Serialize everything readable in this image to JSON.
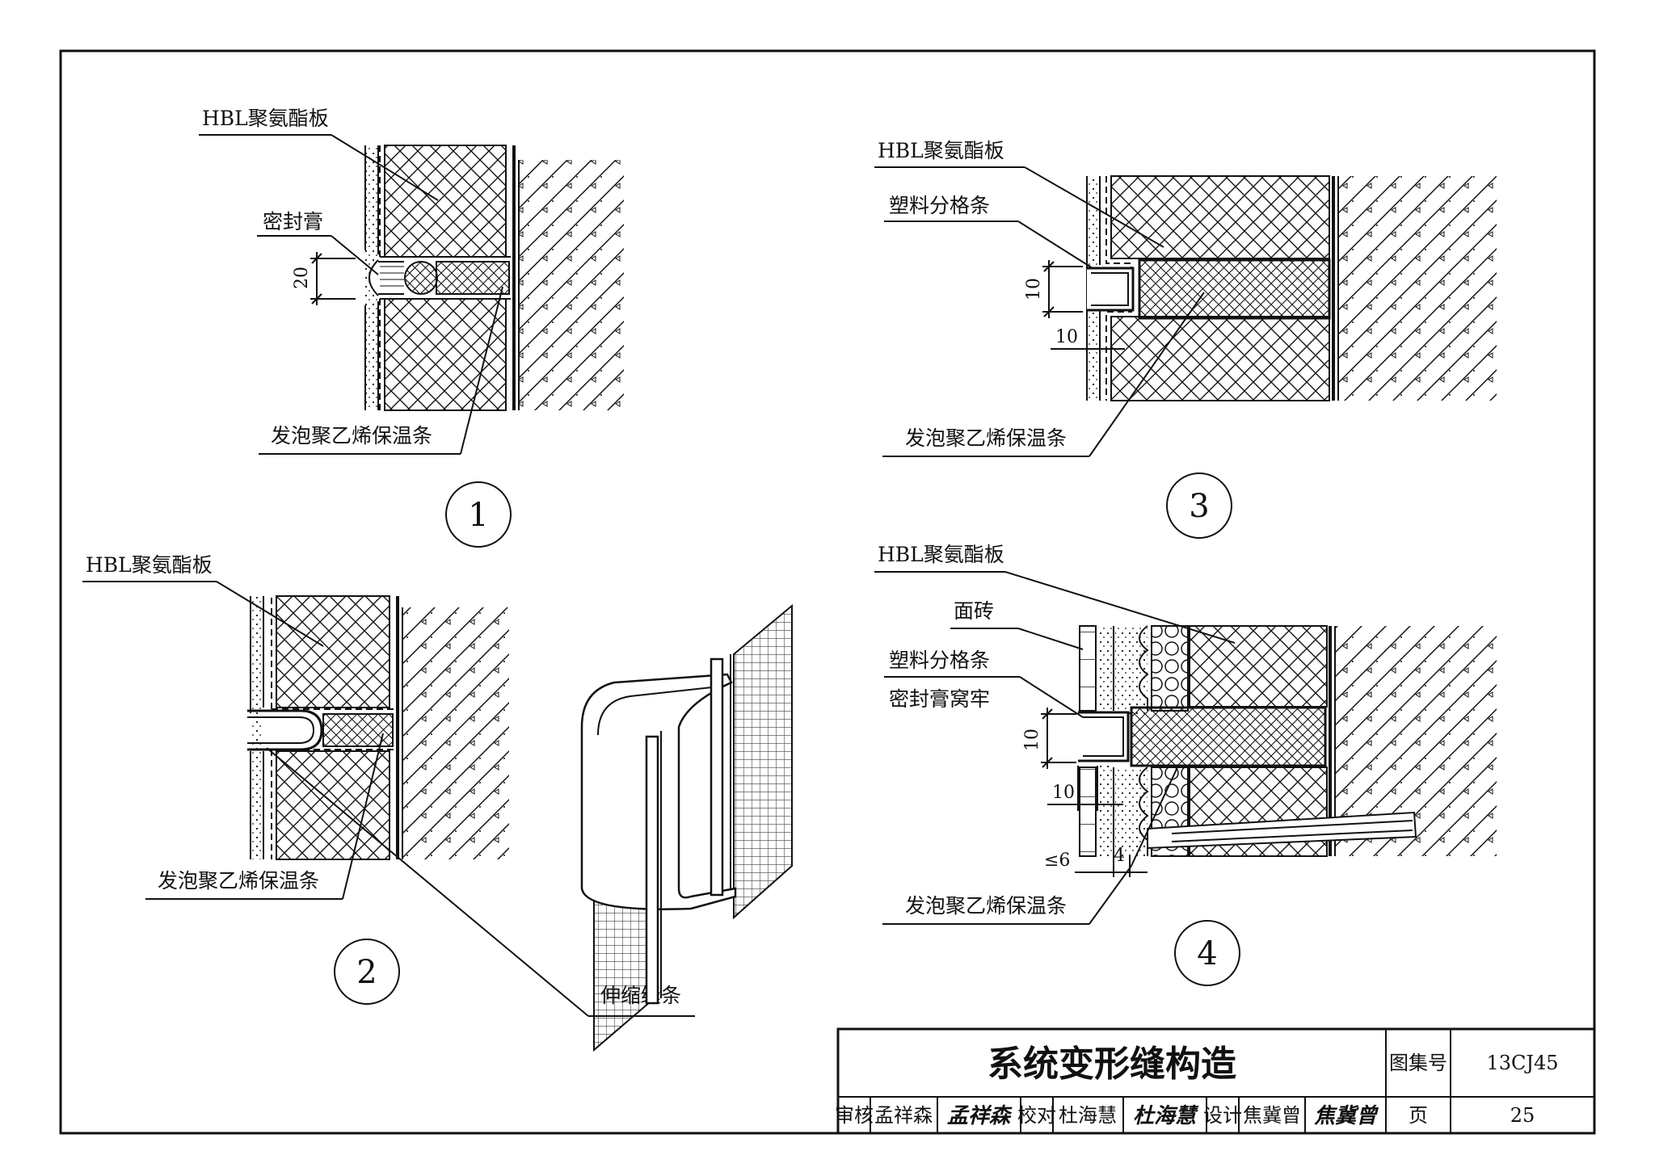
{
  "labels": {
    "hbl_board": "HBL聚氨酯板",
    "sealant": "密封膏",
    "foam_strip": "发泡聚乙烯保温条",
    "plastic_strip": "塑料分格条",
    "expansion_strip": "伸缩缝条",
    "face_tile": "面砖",
    "sealant_firm": "密封膏窝牢"
  },
  "dimensions": {
    "d1_gap": "20",
    "d3_gap": "10",
    "d3_strip": "10",
    "d4_gap": "10",
    "d4_strip": "10",
    "d4_tile": "≤6",
    "d4_mortar": "4"
  },
  "detail_numbers": [
    "1",
    "2",
    "3",
    "4"
  ],
  "title_block": {
    "title": "系统变形缝构造",
    "atlas_label": "图集号",
    "atlas_no": "13CJ45",
    "review_label": "审核",
    "reviewer": "孟祥森",
    "check_label": "校对",
    "checker": "杜海慧",
    "design_label": "设计",
    "designer": "焦冀曾",
    "page_label": "页",
    "page_no": "25"
  }
}
